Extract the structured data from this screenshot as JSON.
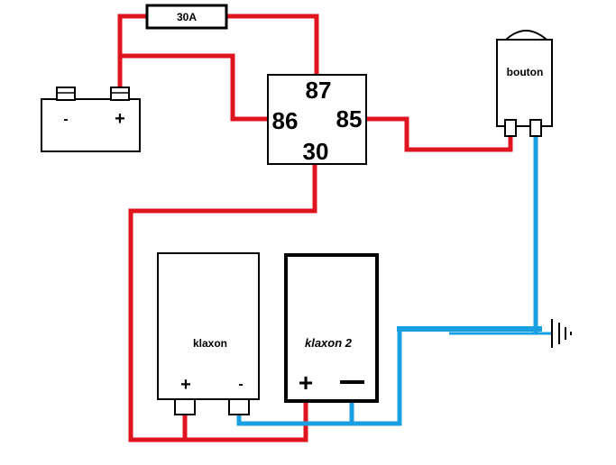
{
  "fuse": {
    "label": "30A"
  },
  "battery": {
    "minus": "-",
    "plus": "+"
  },
  "relay": {
    "pin87": "87",
    "pin86": "86",
    "pin85": "85",
    "pin30": "30"
  },
  "switch": {
    "label": "bouton"
  },
  "horn1": {
    "label": "klaxon",
    "plus": "+",
    "minus": "-"
  },
  "horn2": {
    "label": "klaxon 2",
    "plus": "+"
  },
  "colors": {
    "positive_wire": "#e0141e",
    "ground_wire": "#1aa0e0",
    "outline": "#000000"
  }
}
